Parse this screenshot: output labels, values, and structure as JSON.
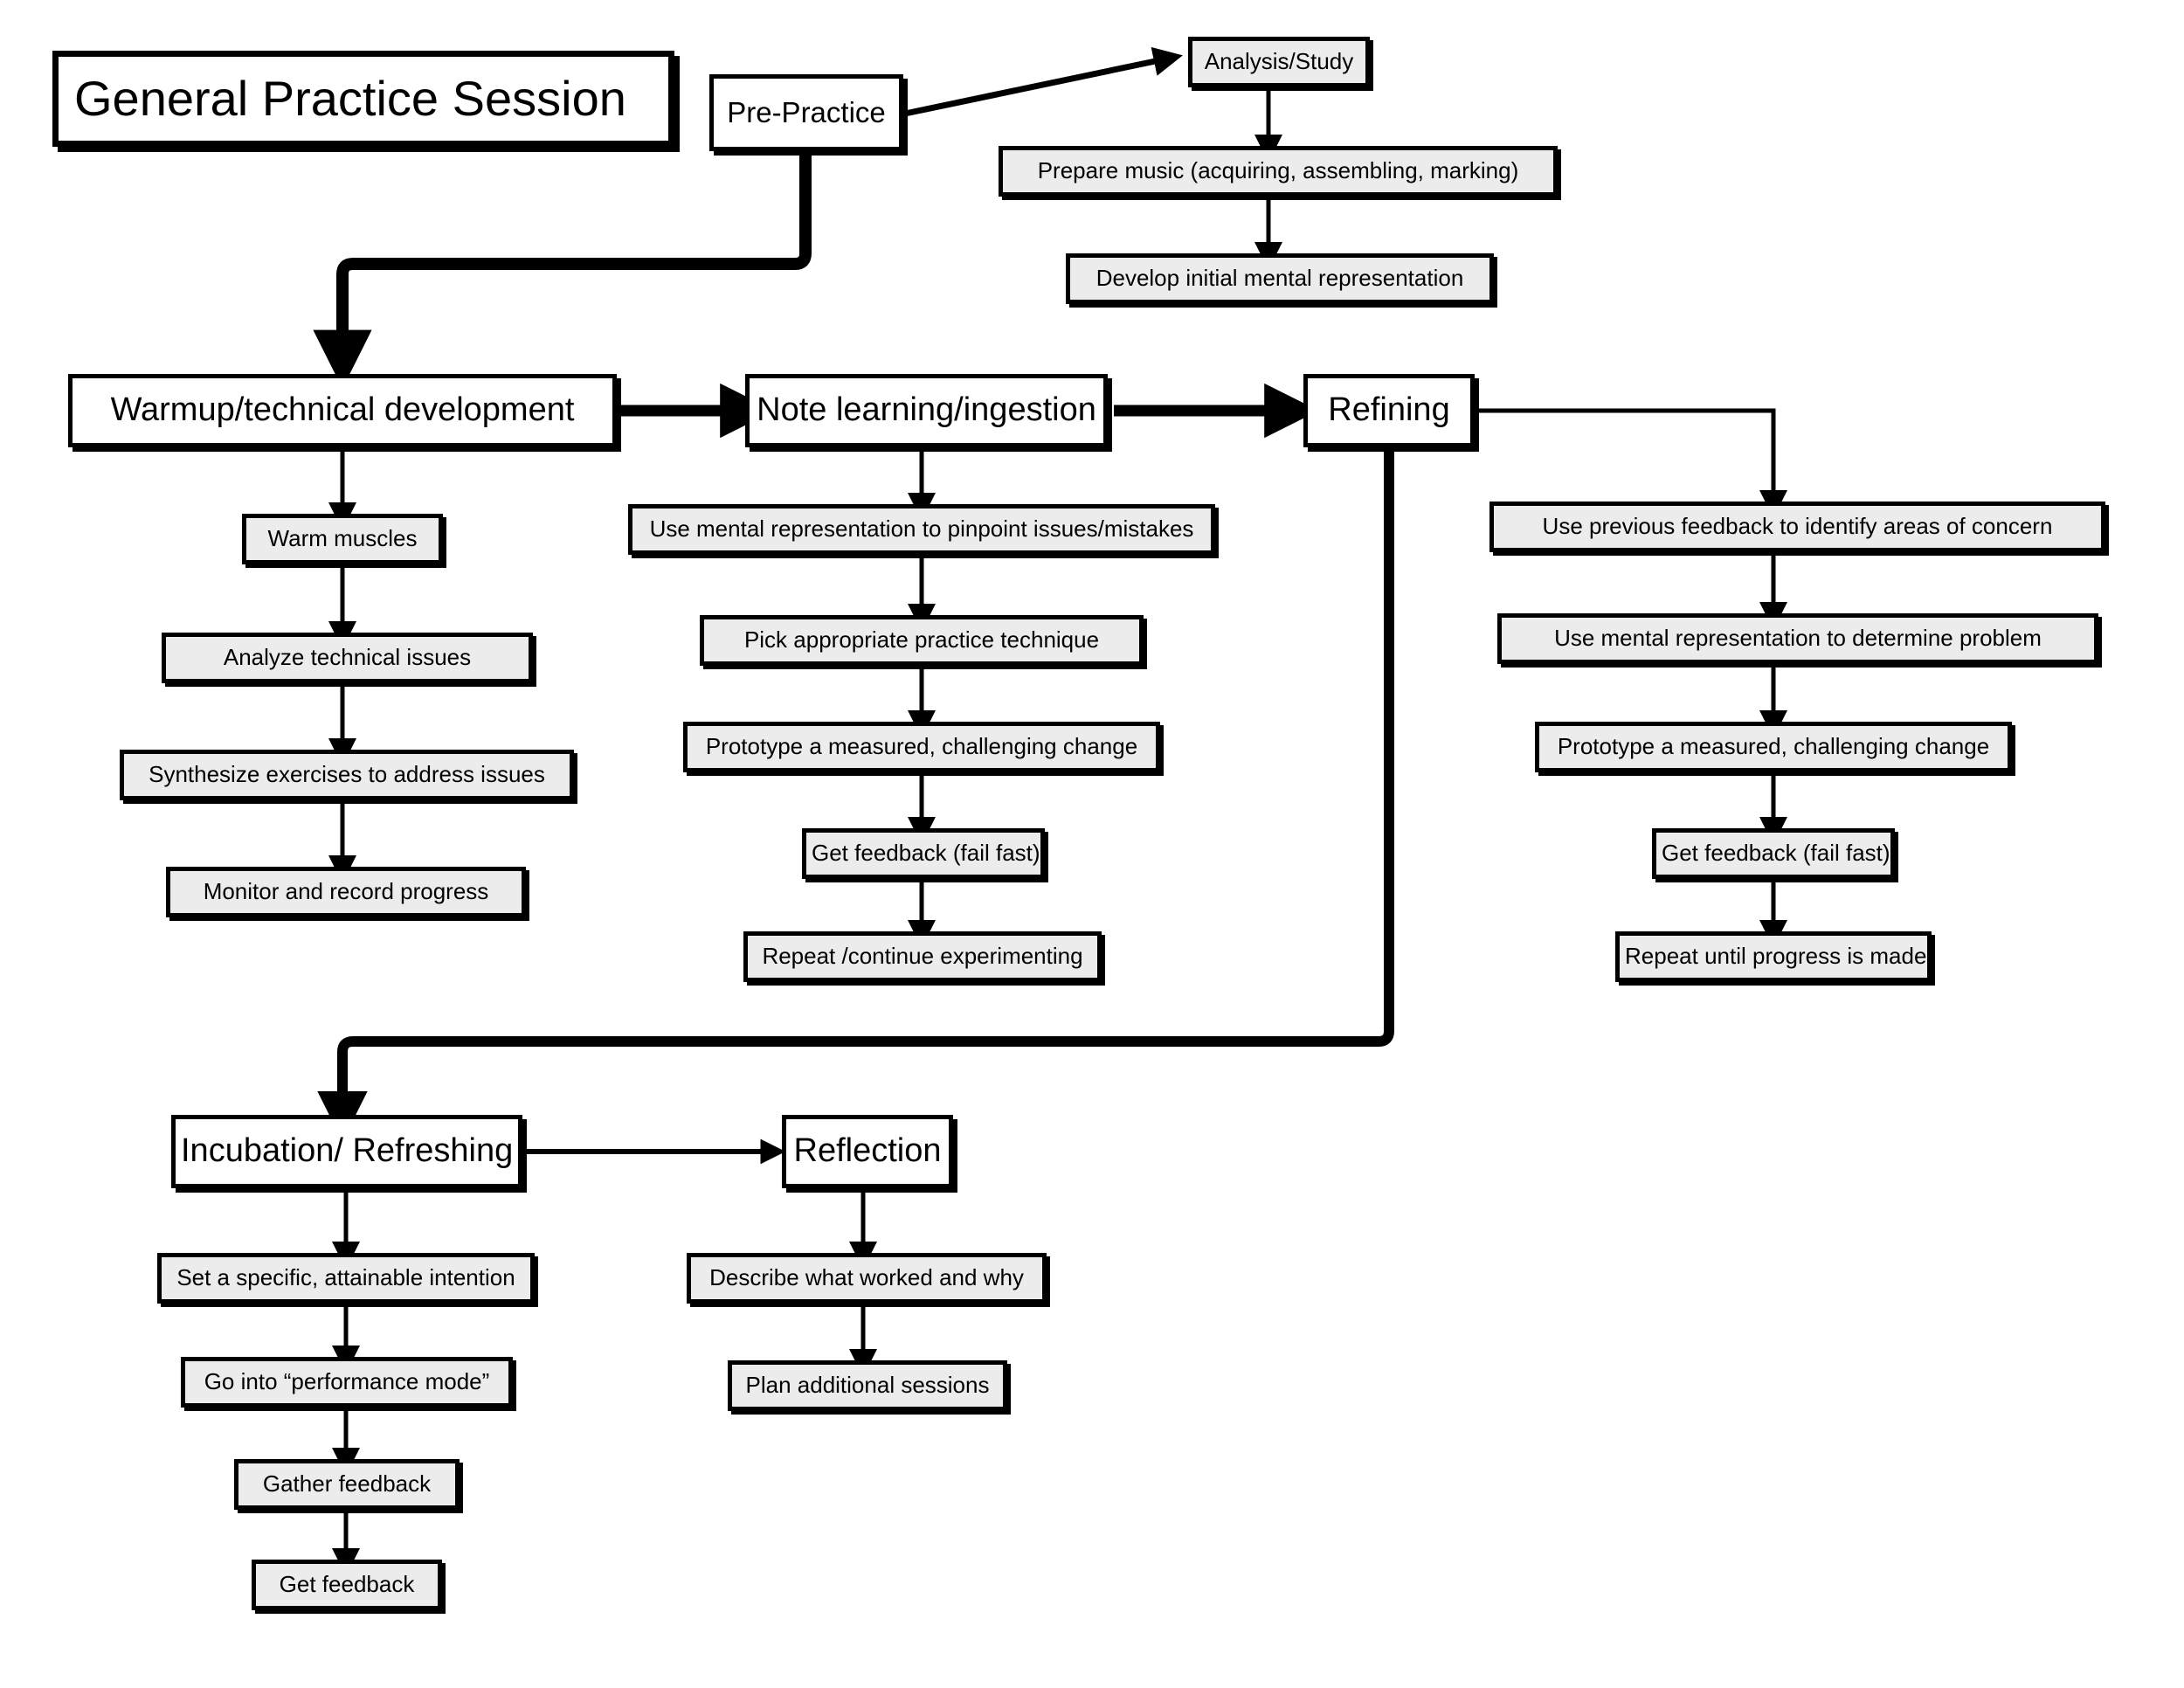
{
  "title": {
    "label": "General Practice Session"
  },
  "stages": {
    "pre_practice": "Pre-Practice",
    "warmup": "Warmup/technical development",
    "note_learning": "Note learning/ingestion",
    "refining": "Refining",
    "incubation": "Incubation/ Refreshing",
    "reflection": "Reflection"
  },
  "pre_practice_steps": [
    "Analysis/Study",
    "Prepare music (acquiring, assembling, marking)",
    "Develop initial mental representation"
  ],
  "warmup_steps": [
    "Warm muscles",
    "Analyze technical issues",
    "Synthesize exercises to address issues",
    "Monitor and record progress"
  ],
  "note_learning_steps": [
    "Use mental representation to pinpoint issues/mistakes",
    "Pick appropriate practice technique",
    "Prototype a measured, challenging change",
    "Get feedback (fail fast)",
    "Repeat /continue experimenting"
  ],
  "refining_steps": [
    "Use previous feedback to identify areas of concern",
    "Use mental representation to determine problem",
    "Prototype a measured, challenging change",
    "Get feedback (fail fast)",
    "Repeat until progress is made"
  ],
  "incubation_steps": [
    "Set a specific, attainable intention",
    "Go into “performance mode”",
    "Gather feedback",
    "Get feedback"
  ],
  "reflection_steps": [
    "Describe what worked and why",
    "Plan additional sessions"
  ],
  "colors": {
    "background": "#ffffff",
    "stroke": "#000000",
    "step_fill": "#ececec",
    "stage_fill": "#ffffff"
  },
  "chart_data": {
    "type": "flowchart",
    "title": "General Practice Session",
    "nodes": [
      {
        "id": "title",
        "label": "General Practice Session",
        "kind": "title"
      },
      {
        "id": "pre",
        "label": "Pre-Practice",
        "kind": "stage"
      },
      {
        "id": "pre1",
        "label": "Analysis/Study",
        "kind": "step"
      },
      {
        "id": "pre2",
        "label": "Prepare music (acquiring, assembling, marking)",
        "kind": "step"
      },
      {
        "id": "pre3",
        "label": "Develop initial mental representation",
        "kind": "step"
      },
      {
        "id": "warm",
        "label": "Warmup/technical development",
        "kind": "stage"
      },
      {
        "id": "warm1",
        "label": "Warm muscles",
        "kind": "step"
      },
      {
        "id": "warm2",
        "label": "Analyze technical issues",
        "kind": "step"
      },
      {
        "id": "warm3",
        "label": "Synthesize exercises to address issues",
        "kind": "step"
      },
      {
        "id": "warm4",
        "label": "Monitor and record progress",
        "kind": "step"
      },
      {
        "id": "note",
        "label": "Note learning/ingestion",
        "kind": "stage"
      },
      {
        "id": "note1",
        "label": "Use mental representation to pinpoint issues/mistakes",
        "kind": "step"
      },
      {
        "id": "note2",
        "label": "Pick appropriate practice technique",
        "kind": "step"
      },
      {
        "id": "note3",
        "label": "Prototype a measured, challenging change",
        "kind": "step"
      },
      {
        "id": "note4",
        "label": "Get feedback (fail fast)",
        "kind": "step"
      },
      {
        "id": "note5",
        "label": "Repeat /continue experimenting",
        "kind": "step"
      },
      {
        "id": "refine",
        "label": "Refining",
        "kind": "stage"
      },
      {
        "id": "refine1",
        "label": "Use previous feedback to identify areas of concern",
        "kind": "step"
      },
      {
        "id": "refine2",
        "label": "Use mental representation to determine problem",
        "kind": "step"
      },
      {
        "id": "refine3",
        "label": "Prototype a measured, challenging change",
        "kind": "step"
      },
      {
        "id": "refine4",
        "label": "Get feedback (fail fast)",
        "kind": "step"
      },
      {
        "id": "refine5",
        "label": "Repeat until progress is made",
        "kind": "step"
      },
      {
        "id": "incub",
        "label": "Incubation/ Refreshing",
        "kind": "stage"
      },
      {
        "id": "incub1",
        "label": "Set a specific, attainable intention",
        "kind": "step"
      },
      {
        "id": "incub2",
        "label": "Go into “performance mode”",
        "kind": "step"
      },
      {
        "id": "incub3",
        "label": "Gather feedback",
        "kind": "step"
      },
      {
        "id": "incub4",
        "label": "Get feedback",
        "kind": "step"
      },
      {
        "id": "reflect",
        "label": "Reflection",
        "kind": "stage"
      },
      {
        "id": "reflect1",
        "label": "Describe what worked and why",
        "kind": "step"
      },
      {
        "id": "reflect2",
        "label": "Plan additional sessions",
        "kind": "step"
      }
    ],
    "edges": [
      {
        "from": "pre",
        "to": "pre1",
        "style": "diagonal"
      },
      {
        "from": "pre1",
        "to": "pre2",
        "style": "straight"
      },
      {
        "from": "pre2",
        "to": "pre3",
        "style": "straight"
      },
      {
        "from": "pre",
        "to": "warm",
        "style": "elbow-thick"
      },
      {
        "from": "warm",
        "to": "note",
        "style": "thick-right"
      },
      {
        "from": "note",
        "to": "refine",
        "style": "thick-right"
      },
      {
        "from": "warm",
        "to": "warm1",
        "style": "straight"
      },
      {
        "from": "warm1",
        "to": "warm2",
        "style": "straight"
      },
      {
        "from": "warm2",
        "to": "warm3",
        "style": "straight"
      },
      {
        "from": "warm3",
        "to": "warm4",
        "style": "straight"
      },
      {
        "from": "note",
        "to": "note1",
        "style": "straight"
      },
      {
        "from": "note1",
        "to": "note2",
        "style": "straight"
      },
      {
        "from": "note2",
        "to": "note3",
        "style": "straight"
      },
      {
        "from": "note3",
        "to": "note4",
        "style": "straight"
      },
      {
        "from": "note4",
        "to": "note5",
        "style": "straight"
      },
      {
        "from": "refine",
        "to": "refine1",
        "style": "elbow"
      },
      {
        "from": "refine1",
        "to": "refine2",
        "style": "straight"
      },
      {
        "from": "refine2",
        "to": "refine3",
        "style": "straight"
      },
      {
        "from": "refine3",
        "to": "refine4",
        "style": "straight"
      },
      {
        "from": "refine4",
        "to": "refine5",
        "style": "straight"
      },
      {
        "from": "refine",
        "to": "incub",
        "style": "elbow-thick"
      },
      {
        "from": "incub",
        "to": "reflect",
        "style": "straight-right"
      },
      {
        "from": "incub",
        "to": "incub1",
        "style": "straight"
      },
      {
        "from": "incub1",
        "to": "incub2",
        "style": "straight"
      },
      {
        "from": "incub2",
        "to": "incub3",
        "style": "straight"
      },
      {
        "from": "incub3",
        "to": "incub4",
        "style": "straight"
      },
      {
        "from": "reflect",
        "to": "reflect1",
        "style": "straight"
      },
      {
        "from": "reflect1",
        "to": "reflect2",
        "style": "straight"
      }
    ]
  }
}
